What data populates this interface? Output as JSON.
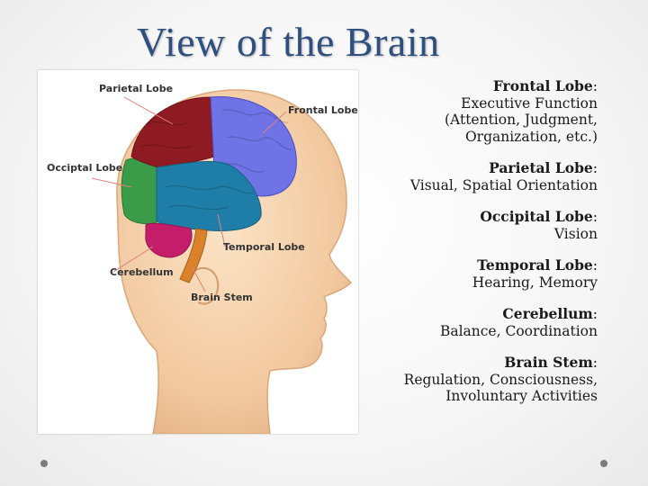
{
  "slide": {
    "title": "View of the Brain"
  },
  "figure_labels": {
    "parietal": "Parietal Lobe",
    "frontal": "Frontal Lobe",
    "occipital": "Occiptal Lobe",
    "temporal": "Temporal Lobe",
    "cerebellum": "Cerebellum",
    "brain_stem": "Brain Stem"
  },
  "legend": [
    {
      "name": "Frontal Lobe",
      "desc": "Executive Function\n(Attention, Judgment,\nOrganization, etc.)"
    },
    {
      "name": "Parietal Lobe",
      "desc": "Visual, Spatial Orientation"
    },
    {
      "name": "Occipital Lobe",
      "desc": "Vision"
    },
    {
      "name": "Temporal Lobe",
      "desc": "Hearing, Memory"
    },
    {
      "name": "Cerebellum",
      "desc": "Balance, Coordination"
    },
    {
      "name": "Brain Stem",
      "desc": "Regulation, Consciousness,\nInvoluntary Activities"
    }
  ],
  "colors": {
    "title": "#2f4f7f",
    "skin": "#f4cfa6",
    "frontal": "#6f73e6",
    "parietal": "#8e1a22",
    "occipital": "#3a9b48",
    "temporal": "#1f7ea8",
    "cerebellum": "#c41e6b",
    "brain_stem": "#d9822b"
  }
}
